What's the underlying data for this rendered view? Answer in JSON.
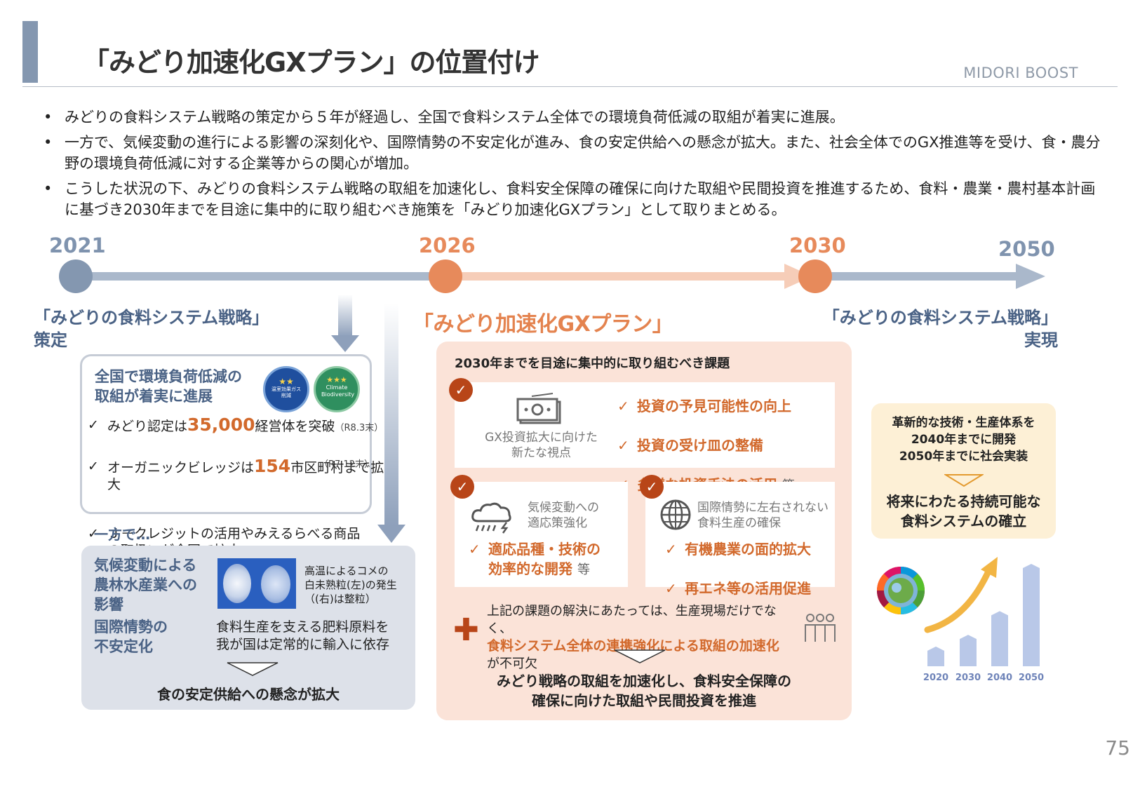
{
  "header": {
    "title": "「みどり加速化GXプラン」の位置付け",
    "brand": "MIDORI BOOST"
  },
  "bullets": [
    "みどりの食料システム戦略の策定から５年が経過し、全国で食料システム全体での環境負荷低減の取組が着実に進展。",
    "一方で、気候変動の進行による影響の深刻化や、国際情勢の不安定化が進み、食の安定供給への懸念が拡大。また、社会全体でのGX推進等を受け、食・農分野の環境負荷低減に対する企業等からの関心が増加。",
    "こうした状況の下、みどりの食料システム戦略の取組を加速化し、食料安全保障の確保に向けた取組や民間投資を推進するため、食料・農業・農村基本計画に基づき2030年までを目途に集中的に取り組むべき施策を「みどり加速化GXプラン」として取りまとめる。"
  ],
  "timeline": {
    "years": [
      "2021",
      "2026",
      "2030",
      "2050"
    ],
    "left_label_1": "「みどりの食料システム戦略」",
    "left_label_2": "策定",
    "center_label": "「みどり加速化GXプラン」",
    "right_label_1": "「みどりの食料システム戦略」",
    "right_label_2": "実現"
  },
  "progress_card": {
    "heading_1": "全国で環境負荷低減の",
    "heading_2": "取組が着実に進展",
    "badge1_stars": "★★",
    "badge1_text": "温室効果ガス削減",
    "badge2_stars": "★★★",
    "badge2_text": "Climate Biodiversity",
    "item1_pre": "みどり認定は",
    "item1_num": "35,000",
    "item1_post": "経営体を突破",
    "item1_note": "（R8.3末）",
    "item2_pre": "オーガニックビレッジは",
    "item2_num": "154",
    "item2_post": "市区町村まで拡大",
    "item2_note": "（R7.12末）",
    "item3": "Ｊ－クレジットの活用やみえるらべる商品の取扱いが全国で拡大"
  },
  "meanwhile": {
    "label": "一方で…",
    "climate_1": "気候変動による",
    "climate_2": "農林水産業への",
    "climate_3": "影響",
    "rice_caption_1": "高温によるコメの",
    "rice_caption_2": "白未熟粒(左)の発生",
    "rice_caption_3": "（(右)は整粒）",
    "intl_1": "国際情勢の",
    "intl_2": "不安定化",
    "fert_1": "食料生産を支える肥料原料を",
    "fert_2": "我が国は定常的に輸入に依存",
    "conclusion": "食の安定供給への懸念が拡大"
  },
  "gx_plan": {
    "panel_title": "2030年までを目途に集中的に取り組むべき課題",
    "box1_caption_1": "GX投資拡大に向けた",
    "box1_caption_2": "新たな視点",
    "box1_items": [
      "投資の予見可能性の向上",
      "投資の受け皿の整備",
      "多様な投資手法の活用"
    ],
    "etc": "等",
    "box2_caption_1": "気候変動への",
    "box2_caption_2": "適応策強化",
    "box2_item_1": "適応品種・技術の",
    "box2_item_2": "効率的な開発",
    "box3_caption_1": "国際情勢に左右されない",
    "box3_caption_2": "食料生産の確保",
    "box3_items": [
      "有機農業の面的拡大",
      "再エネ等の活用促進"
    ],
    "plus_line_1": "上記の課題の解決にあたっては、生産現場だけでなく、",
    "plus_line_2": "食料システム全体の連携強化による取組の加速化",
    "plus_line_3": "が不可欠",
    "result_1": "みどり戦略の取組を加速化し、食料安全保障の",
    "result_2": "確保に向けた取組や民間投資を推進"
  },
  "future": {
    "line1": "革新的な技術・生産体系を",
    "line2": "2040年までに開発",
    "line3": "2050年までに社会実装",
    "result_1": "将来にわたる持続可能な",
    "result_2": "食料システムの確立"
  },
  "chart_data": {
    "type": "bar",
    "categories": [
      "2020",
      "2030",
      "2040",
      "2050"
    ],
    "values": [
      1,
      1.6,
      2.8,
      5.2
    ],
    "title": "",
    "xlabel": "",
    "ylabel": ""
  },
  "colors": {
    "blue_accent": "#8497b0",
    "orange_accent": "#e78a5b",
    "dark_orange": "#d2692c",
    "check_red": "#b84518"
  },
  "page_number": "75"
}
